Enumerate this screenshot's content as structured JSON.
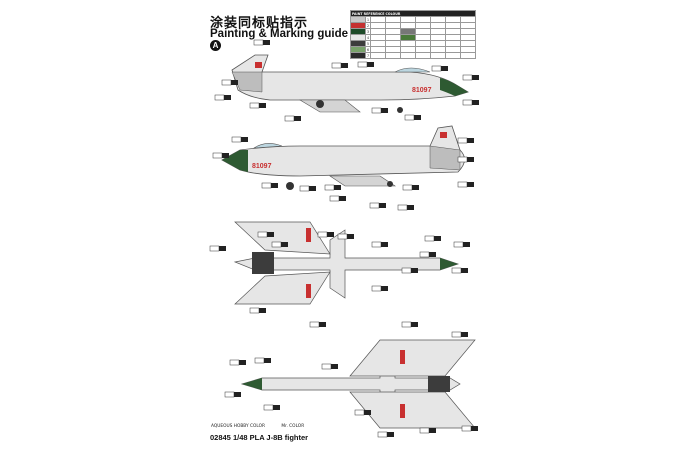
{
  "header": {
    "title_cn": "涂装同标贴指示",
    "title_en": "Painting & Marking guide",
    "view_badge": "A"
  },
  "reference_table": {
    "heading": "PAINT REFERENCE COLOUR",
    "rows": [
      {
        "code": "1",
        "color": "#c8c8c8"
      },
      {
        "code": "2",
        "color": "#c43030"
      },
      {
        "code": "3",
        "color": "#1d4a28"
      },
      {
        "code": "4",
        "color": "#e8e8e8"
      },
      {
        "code": "5",
        "color": "#3c3c3c"
      },
      {
        "code": "6",
        "color": "#78a26a"
      },
      {
        "code": "7",
        "color": "#2a2a2a"
      }
    ]
  },
  "aircraft": {
    "side_number": "81097",
    "colors": {
      "body": "#e6e6e6",
      "nose": "#2e5a32",
      "roundel": "#c83030",
      "dark": "#444444",
      "outline": "#555555"
    }
  },
  "legend": {
    "aqueous": "AQUEOUS HOBBY COLOR",
    "mr_color": "Mr. COLOR"
  },
  "footer": {
    "title": "02845 1/48   PLA J-8B fighter"
  }
}
